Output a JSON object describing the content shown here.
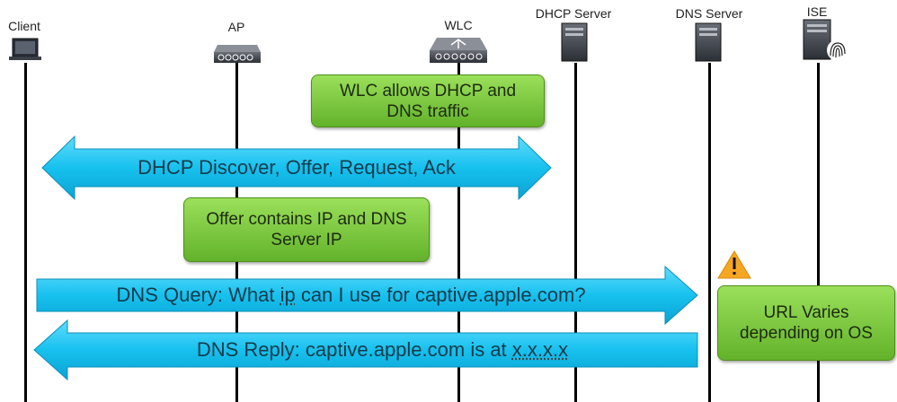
{
  "entities": {
    "client": "Client",
    "ap": "AP",
    "wlc": "WLC",
    "dhcp": "DHCP Server",
    "dns": "DNS Server",
    "ise": "ISE"
  },
  "notes": {
    "wlc_allows": "WLC allows DHCP and DNS traffic",
    "offer_contains": "Offer contains IP and DNS Server IP",
    "url_varies": "URL Varies depending on OS"
  },
  "arrows": {
    "dhcp_exchange": "DHCP Discover, Offer, Request, Ack",
    "dns_query_pre": "DNS Query: What ",
    "dns_query_ip": "ip",
    "dns_query_post": " can I use for captive.apple.com?",
    "dns_reply_pre": "DNS Reply: captive.apple.com is at ",
    "dns_reply_addr": "x.x.x.x"
  },
  "colors": {
    "arrow_fill": "#17c1ee",
    "note_fill": "#7ccb3f",
    "warning": "#f5a623"
  }
}
